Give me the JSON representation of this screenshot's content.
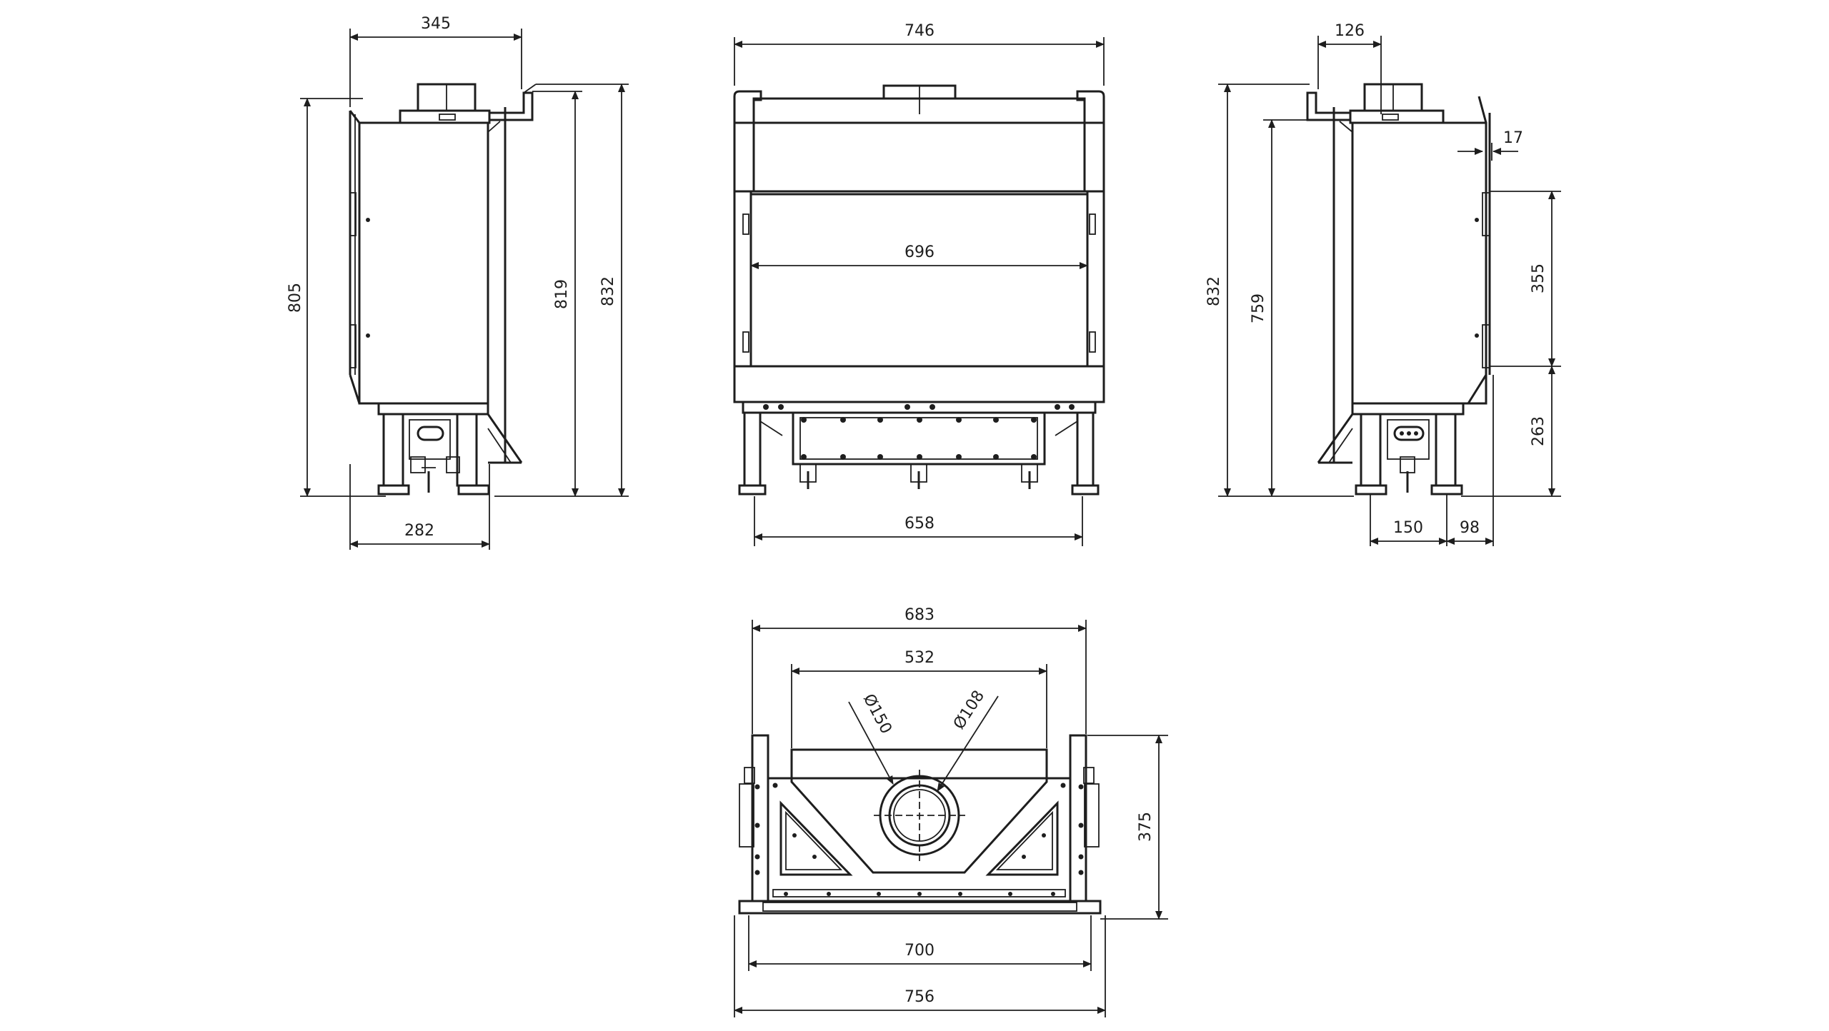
{
  "colors": {
    "line": "#1e1e1e",
    "background": "#ffffff"
  },
  "views": {
    "left_side": {
      "dim_top_width": "345",
      "dim_bottom_width": "282",
      "dim_height_left": "805",
      "dim_height_inner": "819",
      "dim_height_outer": "832"
    },
    "front": {
      "dim_top_width": "746",
      "dim_opening_width": "696",
      "dim_feet_width": "658"
    },
    "right_side": {
      "dim_top_flue": "126",
      "dim_panel_offset": "17",
      "dim_height_outer": "832",
      "dim_height_inner": "759",
      "dim_upper_section": "355",
      "dim_lower_section": "263",
      "dim_feet_spacing": "150",
      "dim_feet_offset": "98"
    },
    "top": {
      "dim_outer_width": "683",
      "dim_inner_width": "532",
      "dim_flue_outer": "Ø150",
      "dim_flue_inner": "Ø108",
      "dim_depth": "375",
      "dim_base_width": "700",
      "dim_overall_width": "756"
    }
  }
}
